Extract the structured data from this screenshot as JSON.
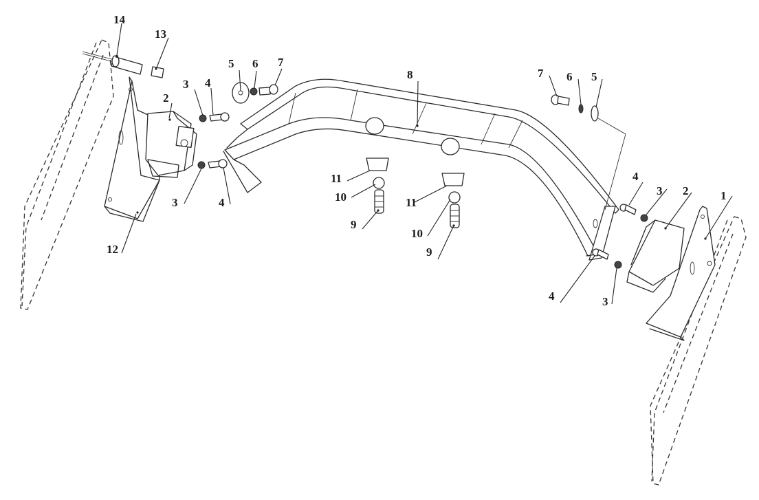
{
  "diagram": {
    "type": "exploded-assembly-view",
    "description": "Exploded view of a bent cross-bar bracket assembly with mounting plates, rubber mounts, fasteners and nozzles",
    "callouts": [
      {
        "id": "c1",
        "label": "1"
      },
      {
        "id": "c2a",
        "label": "2"
      },
      {
        "id": "c2b",
        "label": "2"
      },
      {
        "id": "c3a",
        "label": "3"
      },
      {
        "id": "c3b",
        "label": "3"
      },
      {
        "id": "c3c",
        "label": "3"
      },
      {
        "id": "c3d",
        "label": "3"
      },
      {
        "id": "c4a",
        "label": "4"
      },
      {
        "id": "c4b",
        "label": "4"
      },
      {
        "id": "c4c",
        "label": "4"
      },
      {
        "id": "c4d",
        "label": "4"
      },
      {
        "id": "c5a",
        "label": "5"
      },
      {
        "id": "c5b",
        "label": "5"
      },
      {
        "id": "c6a",
        "label": "6"
      },
      {
        "id": "c6b",
        "label": "6"
      },
      {
        "id": "c7a",
        "label": "7"
      },
      {
        "id": "c7b",
        "label": "7"
      },
      {
        "id": "c8",
        "label": "8"
      },
      {
        "id": "c9a",
        "label": "9"
      },
      {
        "id": "c9b",
        "label": "9"
      },
      {
        "id": "c10a",
        "label": "10"
      },
      {
        "id": "c10b",
        "label": "10"
      },
      {
        "id": "c11a",
        "label": "11"
      },
      {
        "id": "c11b",
        "label": "11"
      },
      {
        "id": "c12",
        "label": "12"
      },
      {
        "id": "c13",
        "label": "13"
      },
      {
        "id": "c14",
        "label": "14"
      }
    ],
    "parts": [
      "mounting-plate-right",
      "rubber-mount",
      "nut",
      "bolt",
      "washer-large",
      "spring-washer",
      "bolt-short",
      "cross-bar",
      "nozzle",
      "nozzle-nut",
      "nozzle-seal",
      "mounting-plate-left",
      "bushing",
      "pin"
    ]
  }
}
